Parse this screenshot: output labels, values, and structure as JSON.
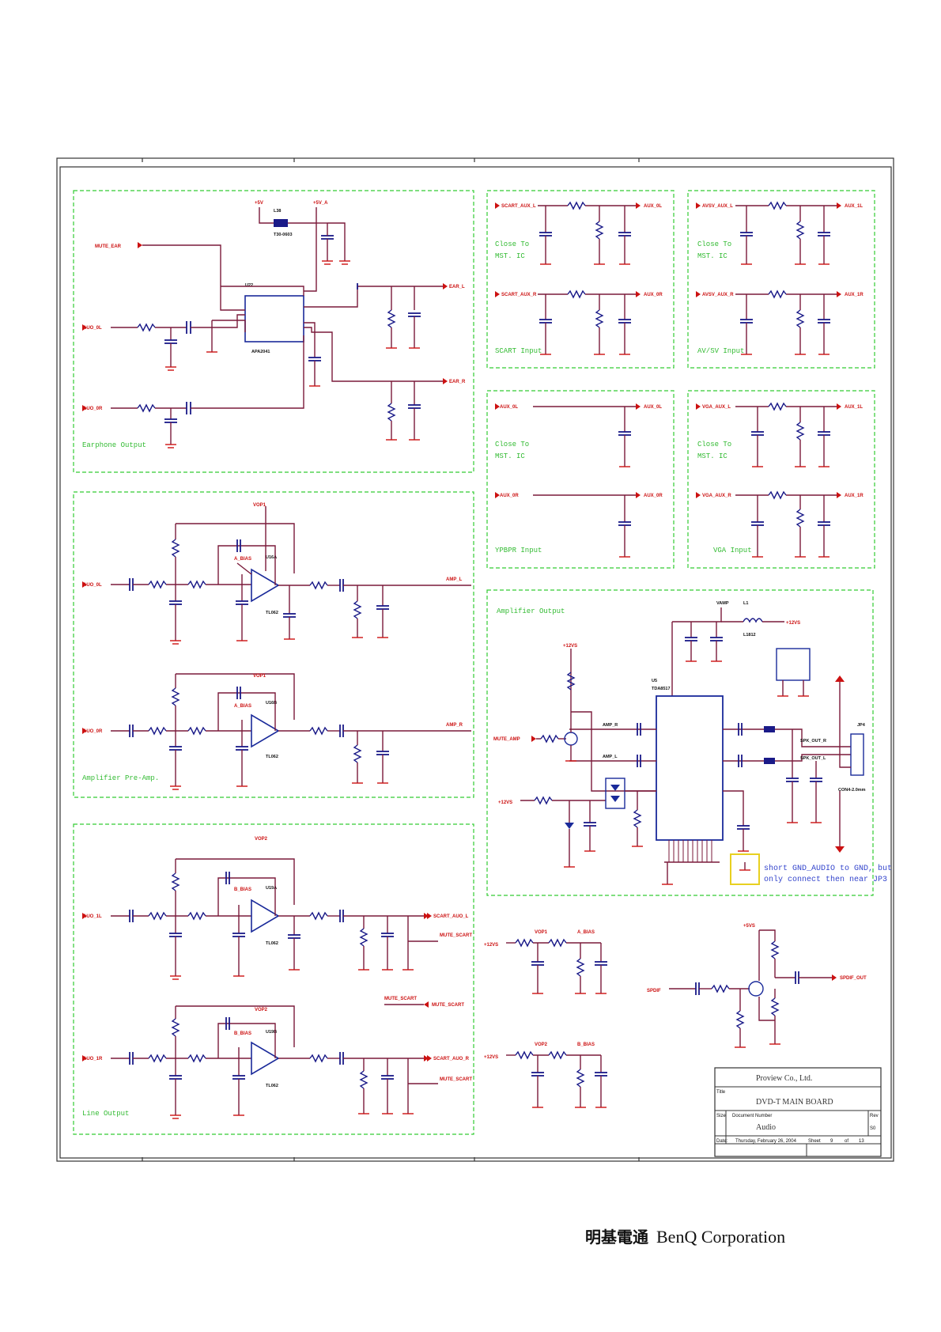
{
  "blocks": {
    "earphone": "Earphone Output",
    "preamp": "Amplifier Pre-Amp.",
    "line_out": "Line Output",
    "scart": "SCART Input",
    "avsv": "AV/SV Input",
    "ypbpr": "YPBPR Input",
    "vga": "VGA Input",
    "amp_out": "Amplifier Output"
  },
  "close_to": [
    "Close To",
    "MST. IC"
  ],
  "nets": {
    "mute_ear": "MUTE_EAR",
    "auo_0l": "AUO_0L",
    "auo_0r": "AUO_0R",
    "ear_l": "EAR_L",
    "ear_r": "EAR_R",
    "amp_l": "AMP_L",
    "amp_r": "AMP_R",
    "auo_1l": "AUO_1L",
    "auo_1r": "AUO_1R",
    "scart_auo_l": "SCART_AUO_L",
    "scart_auo_r": "SCART_AUO_R",
    "mute_scart": "MUTE_SCART",
    "scart_aux_l": "SCART_AUX_L",
    "scart_aux_r": "SCART_AUX_R",
    "avsv_aux_l": "AVSV_AUX_L",
    "avsv_aux_r": "AVSV_AUX_R",
    "vga_aux_l": "VGA_AUX_L",
    "vga_aux_r": "VGA_AUX_R",
    "aux_0l": "AUX_0L",
    "aux_0r": "AUX_0R",
    "aux_1l": "AUX_1L",
    "aux_1r": "AUX_1R",
    "spk_out_r": "SPK_OUT_R",
    "spk_out_l": "SPK_OUT_L",
    "mute_amp": "MUTE_AMP",
    "spdif": "SPDIF",
    "spdif_out": "SPDIF_OUT",
    "vamp": "VAMP",
    "p12vs": "+12VS",
    "p5vs": "+5VS",
    "p5v": "+5V",
    "p5v_a": "+5V_A",
    "vop1": "VOP1",
    "vop2": "VOP2",
    "a_bias": "A_BIAS",
    "b_bias": "B_BIAS"
  },
  "parts": {
    "u22": "U22",
    "apa2041": "APA2041",
    "u16a": "U16A",
    "u16b": "U16B",
    "u19a": "U19A",
    "u19b": "U19B",
    "tl062": "TL062",
    "u5": "U5",
    "tda": "TDA8517",
    "l1": "L1",
    "l1812": "L1812",
    "jp4": "JP4",
    "con4": "CON4-2.0mm",
    "l38": "L38",
    "t30": "T30-0603"
  },
  "note": [
    "short GND_AUDIO to GND, but",
    "only connect then near JP3"
  ],
  "title_block": {
    "company": "Proview Co., Ltd.",
    "title_label": "Title",
    "title": "DVD-T MAIN BOARD",
    "size_label": "Size",
    "doc_label": "Document Number",
    "doc": "Audio",
    "rev_label": "Rev",
    "rev": "S0",
    "date_label": "Date:",
    "date": "Thursday, February 26, 2004",
    "sheet_label": "Sheet",
    "sheet": "9",
    "of_label": "of",
    "of": "13"
  },
  "footer": {
    "cjk": "明基電通",
    "brand": "BenQ Corporation"
  },
  "colors": {
    "frame": "#333333",
    "wire": "#7a1a3a",
    "port": "#cc1111",
    "block": "#33cc33"
  }
}
